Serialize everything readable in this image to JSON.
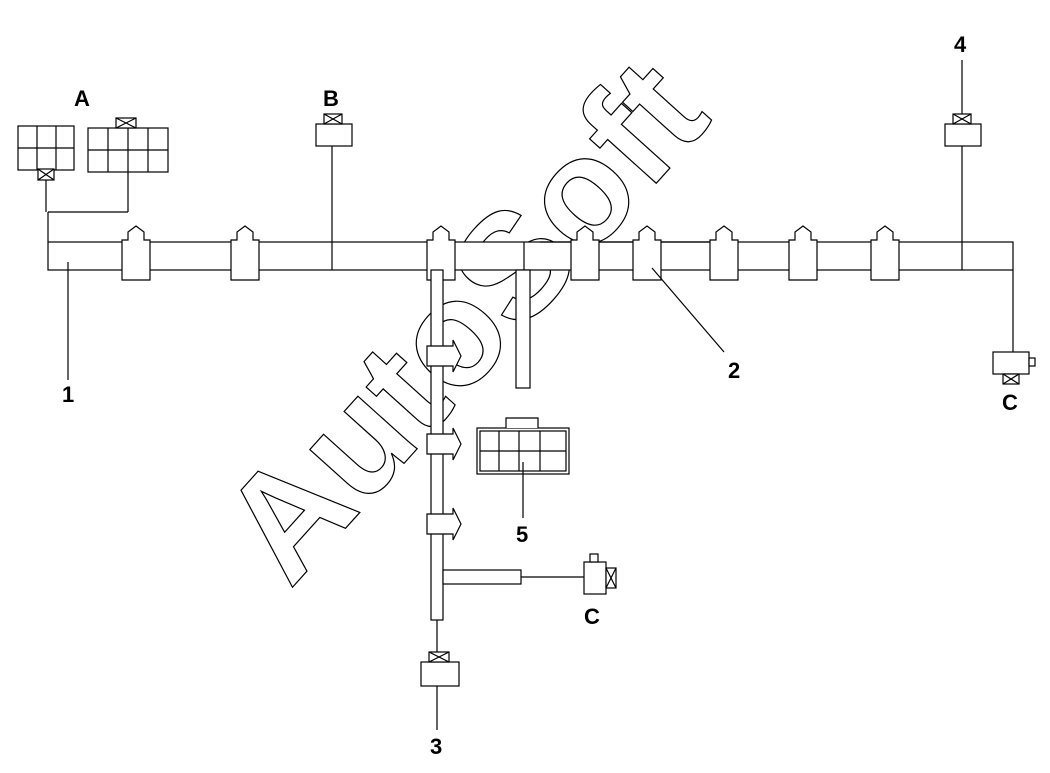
{
  "labels": {
    "A": "A",
    "B": "B",
    "C_right": "C",
    "C_bottom": "C",
    "n1": "1",
    "n2": "2",
    "n3": "3",
    "n4": "4",
    "n5": "5"
  },
  "watermark": "AutoSoft",
  "colors": {
    "line": "#000000",
    "background": "#ffffff"
  }
}
